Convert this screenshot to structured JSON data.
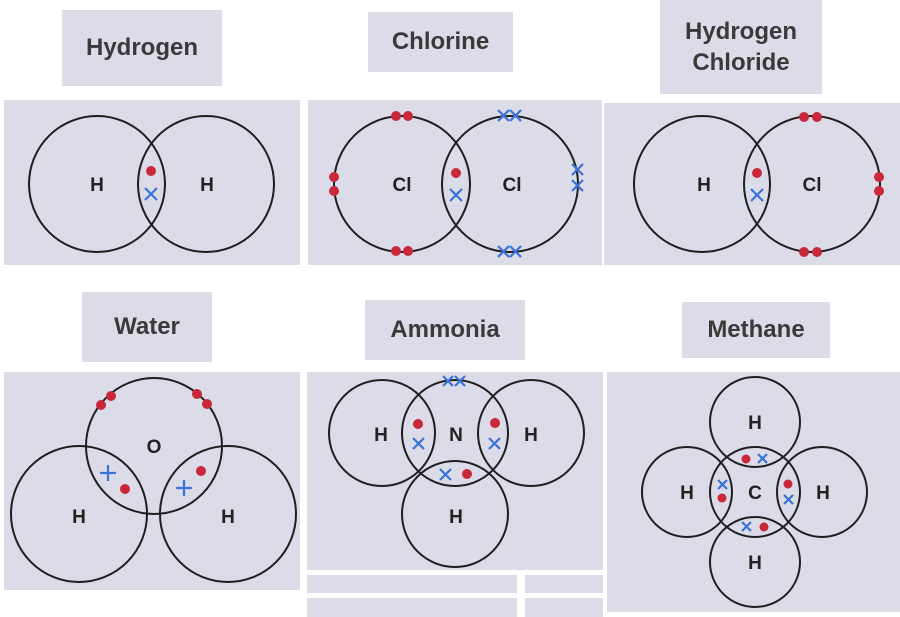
{
  "molecules": [
    {
      "title": "Hydrogen",
      "atoms": {
        "a1": "H",
        "a2": "H"
      }
    },
    {
      "title": "Chlorine",
      "atoms": {
        "a1": "Cl",
        "a2": "Cl"
      }
    },
    {
      "title": "Hydrogen\nChloride",
      "atoms": {
        "a1": "H",
        "a2": "Cl"
      }
    },
    {
      "title": "Water",
      "atoms": {
        "a1": "O",
        "a2": "H",
        "a3": "H"
      }
    },
    {
      "title": "Ammonia",
      "atoms": {
        "a1": "H",
        "a2": "N",
        "a3": "H",
        "a4": "H"
      }
    },
    {
      "title": "Methane",
      "atoms": {
        "a1": "H",
        "a2": "H",
        "a3": "C",
        "a4": "H",
        "a5": "H"
      }
    }
  ],
  "colors": {
    "panel": "#dcdce8",
    "electron_dot": "#c8283a",
    "electron_cross": "#3a73d6"
  }
}
